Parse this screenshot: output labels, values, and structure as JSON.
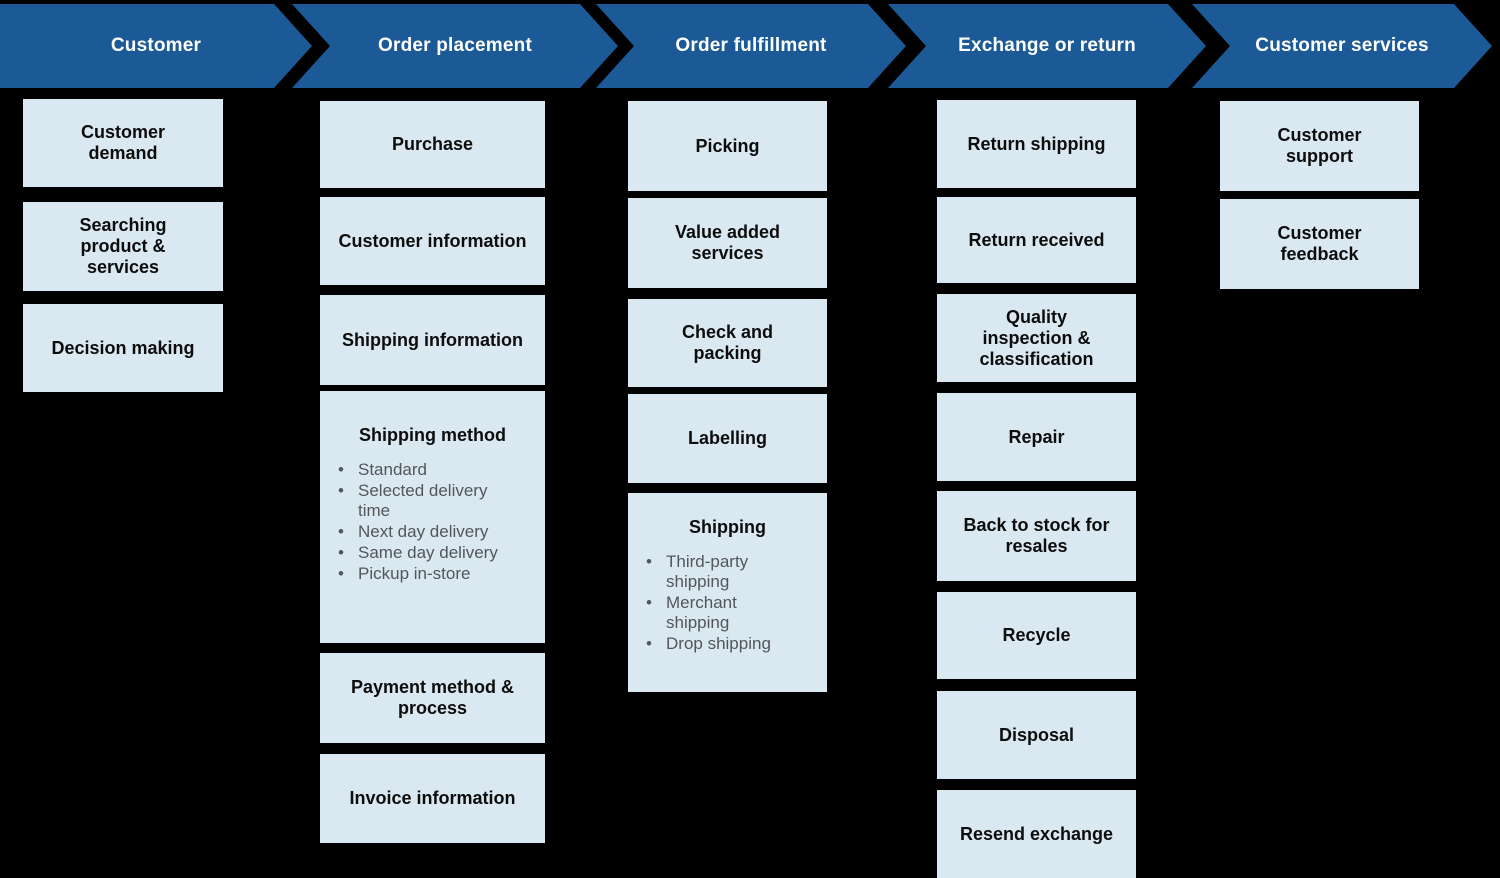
{
  "diagram_type": "process-flow",
  "colors": {
    "background": "#000000",
    "header_bg": "#1B5A96",
    "header_text": "#FFFFFF",
    "box_bg": "#DAE9F1",
    "box_title_text": "#0D0D0D",
    "bullet_text": "#53565A"
  },
  "columns": [
    {
      "header": "Customer",
      "steps": [
        {
          "label": "Customer demand"
        },
        {
          "label": "Searching product & services"
        },
        {
          "label": "Decision making"
        }
      ]
    },
    {
      "header": "Order placement",
      "steps": [
        {
          "label": "Purchase"
        },
        {
          "label": "Customer information"
        },
        {
          "label": "Shipping information"
        },
        {
          "label": "Shipping method",
          "bullets": [
            "Standard",
            "Selected delivery time",
            "Next day delivery",
            "Same day delivery",
            "Pickup in-store"
          ]
        },
        {
          "label": "Payment method & process"
        },
        {
          "label": "Invoice information"
        }
      ]
    },
    {
      "header": "Order fulfillment",
      "steps": [
        {
          "label": "Picking"
        },
        {
          "label": "Value added services"
        },
        {
          "label": "Check and packing"
        },
        {
          "label": "Labelling"
        },
        {
          "label": "Shipping",
          "bullets": [
            "Third-party shipping",
            "Merchant shipping",
            "Drop shipping"
          ]
        }
      ]
    },
    {
      "header": "Exchange or return",
      "steps": [
        {
          "label": "Return shipping"
        },
        {
          "label": "Return received"
        },
        {
          "label": "Quality inspection & classification"
        },
        {
          "label": "Repair"
        },
        {
          "label": "Back to stock for resales"
        },
        {
          "label": "Recycle"
        },
        {
          "label": "Disposal"
        },
        {
          "label": "Resend exchange"
        }
      ]
    },
    {
      "header": "Customer services",
      "steps": [
        {
          "label": "Customer support"
        },
        {
          "label": "Customer feedback"
        }
      ]
    }
  ]
}
